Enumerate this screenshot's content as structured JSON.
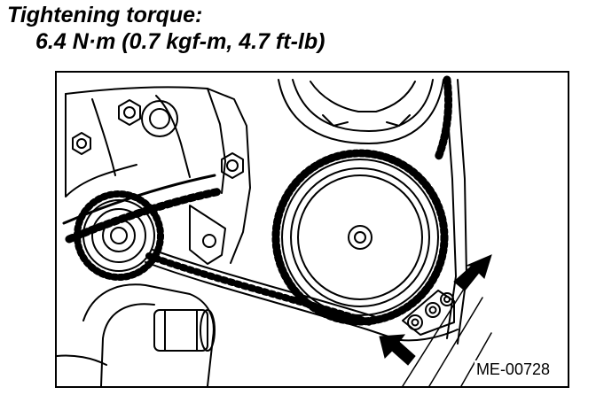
{
  "spec": {
    "title": "Tightening torque:",
    "value": "6.4 N·m (0.7 kgf-m, 4.7 ft-lb)"
  },
  "figure": {
    "code": "ME-00728",
    "arrow_icons": [
      "arrow-upper-right",
      "arrow-lower-left"
    ]
  }
}
